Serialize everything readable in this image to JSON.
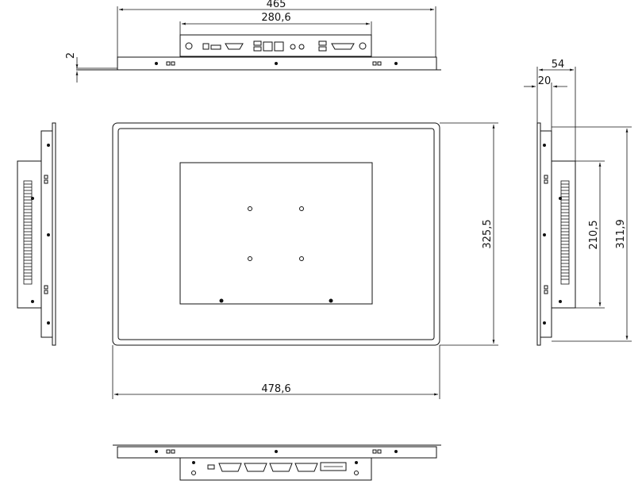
{
  "drawing": {
    "top_view": {
      "width_overall": "465",
      "width_io": "280,6",
      "thickness": "2"
    },
    "front_view": {
      "width": "478,6",
      "height": "325,5"
    },
    "side_view": {
      "depth_overall": "54",
      "depth_bezel": "20",
      "height_inner": "210,5",
      "height_outer": "311,9"
    }
  }
}
